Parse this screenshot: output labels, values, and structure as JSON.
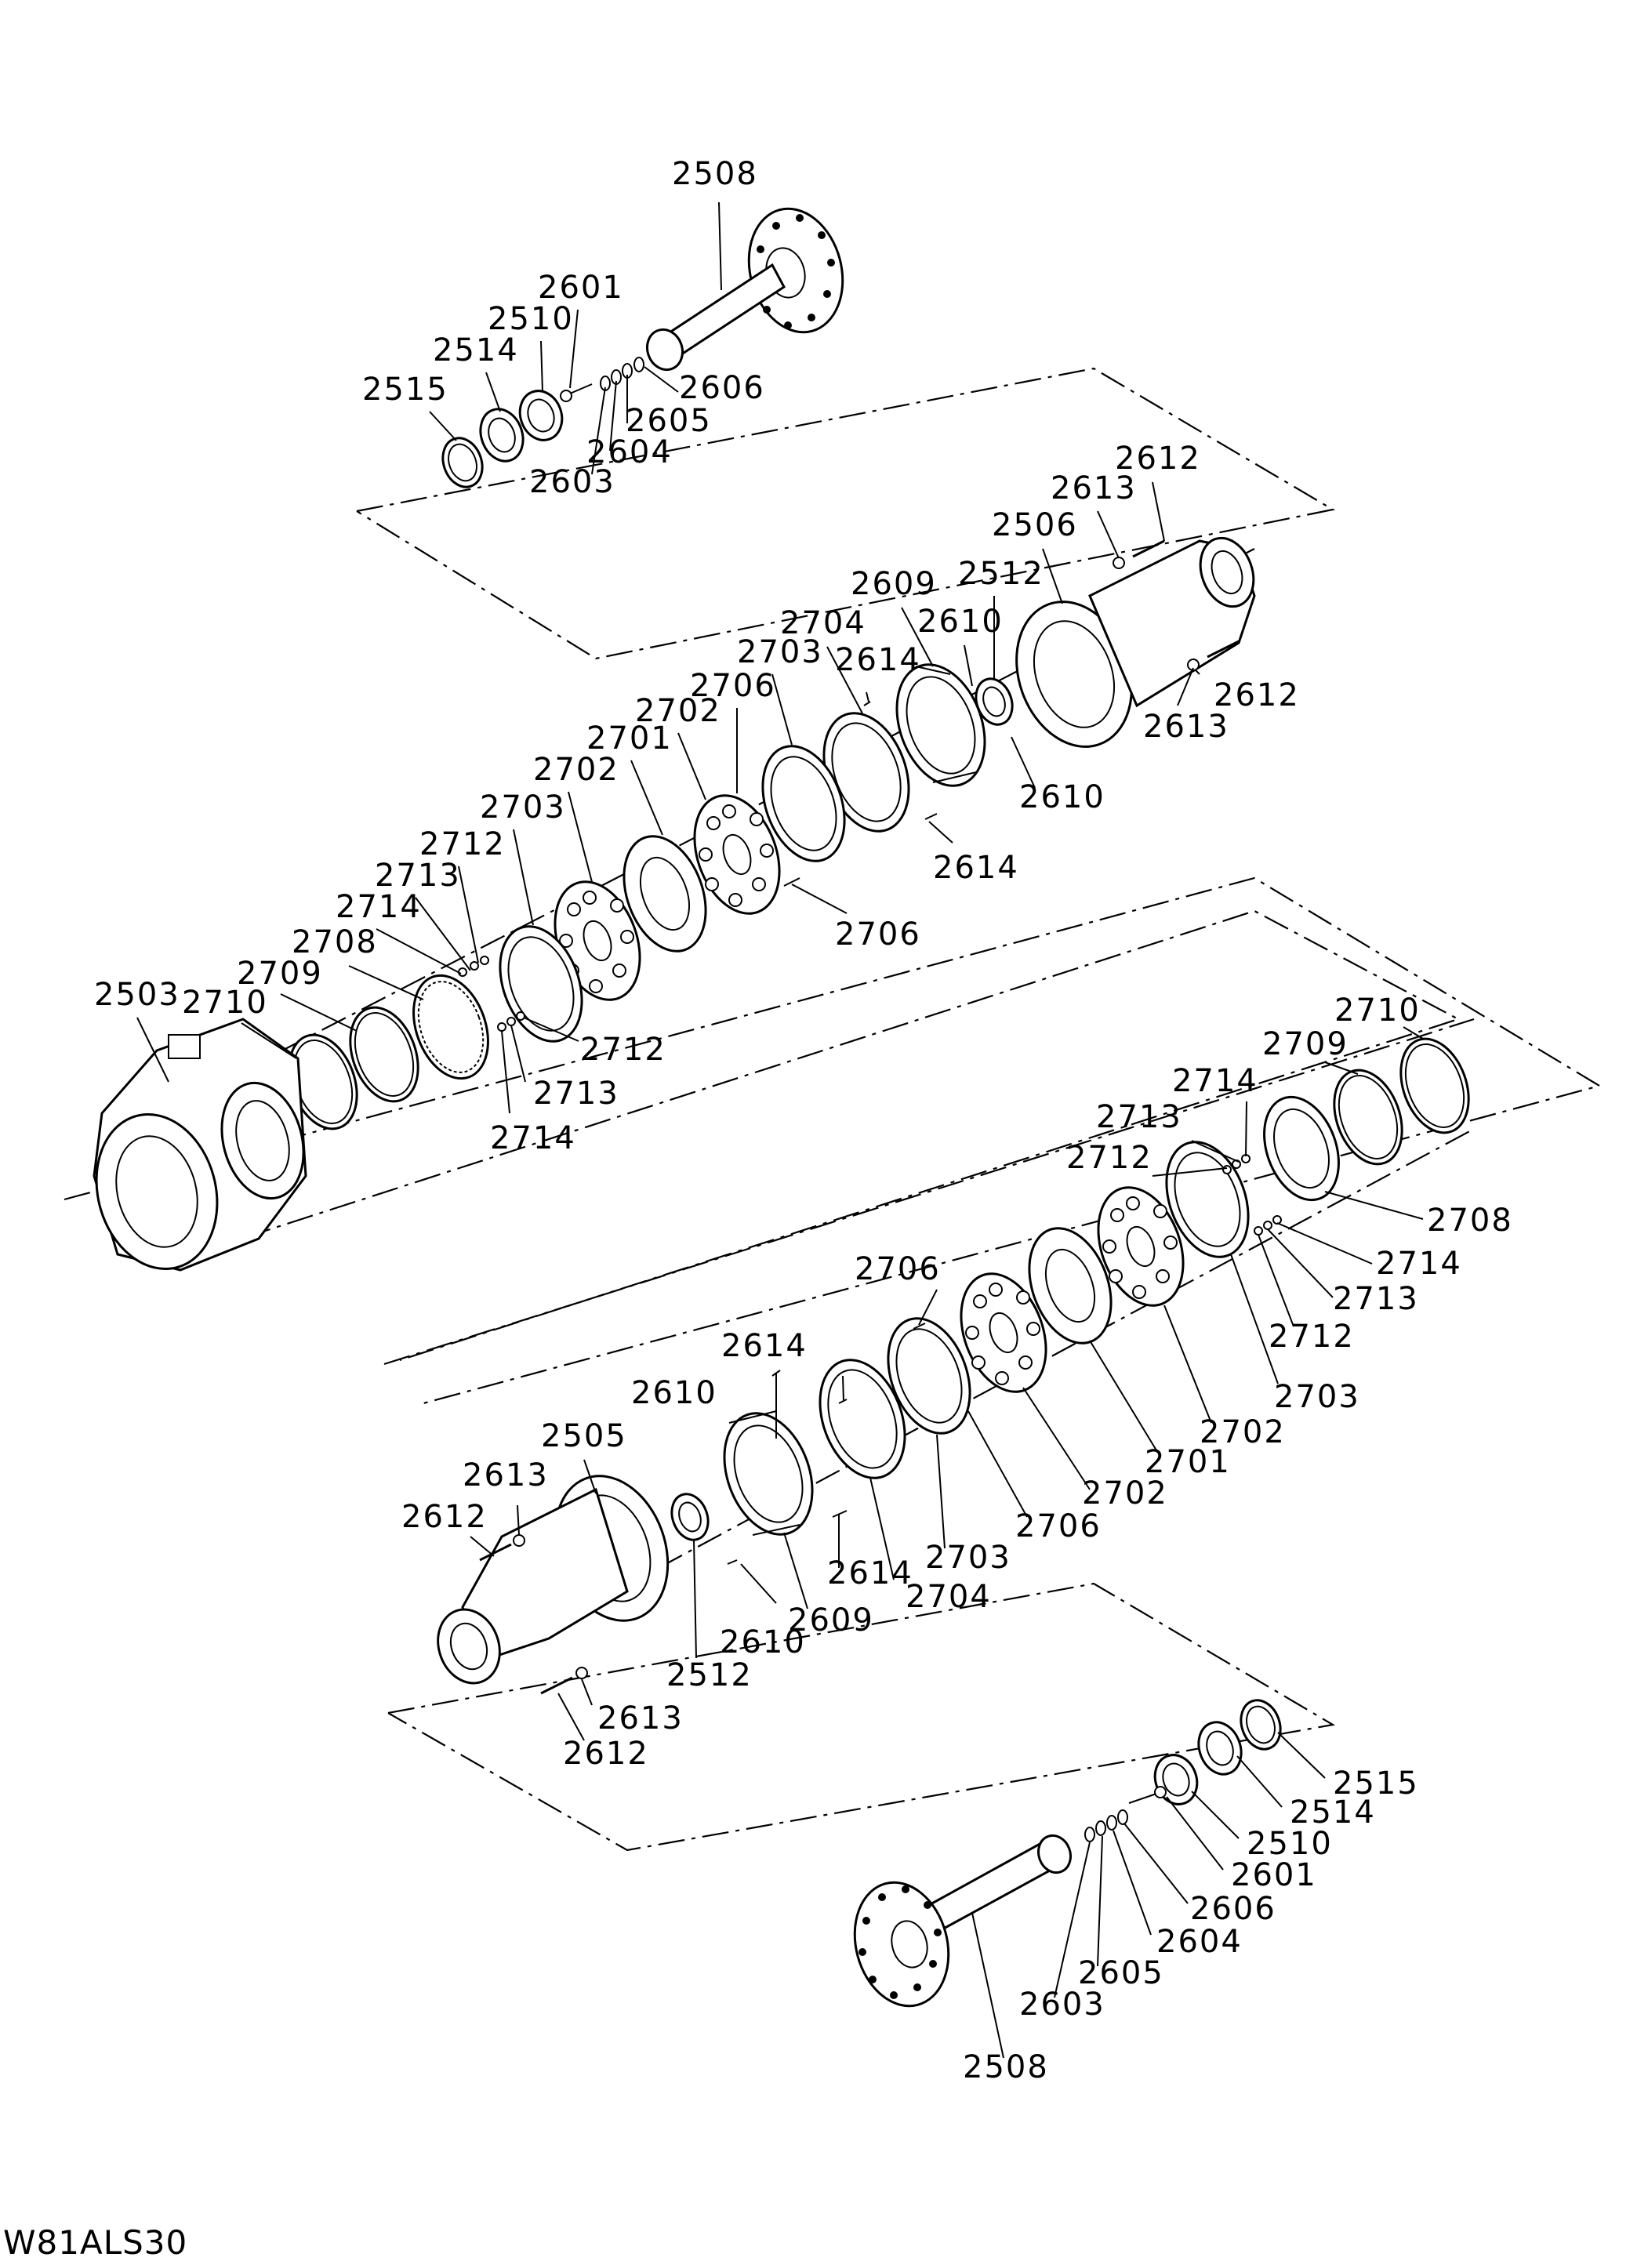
{
  "drawing_code": "W81ALS30",
  "labels": {
    "c1": {
      "p2508": "2508",
      "p2601": "2601",
      "p2510": "2510",
      "p2514": "2514",
      "p2515": "2515",
      "p2606": "2606",
      "p2605": "2605",
      "p2604": "2604",
      "p2603": "2603"
    },
    "c2": {
      "p2612a": "2612",
      "p2613a": "2613",
      "p2506": "2506",
      "p2512": "2512",
      "p2609": "2609",
      "p2610a": "2610",
      "p2704": "2704",
      "p2614a": "2614",
      "p2703a": "2703",
      "p2706a": "2706",
      "p2702a": "2702",
      "p2701": "2701",
      "p2702b": "2702",
      "p2703b": "2703",
      "p2712a": "2712",
      "p2713a": "2713",
      "p2714a": "2714",
      "p2708": "2708",
      "p2709": "2709",
      "p2710": "2710",
      "p2503": "2503",
      "p2612b": "2612",
      "p2613b": "2613",
      "p2610b": "2610",
      "p2614b": "2614",
      "p2706b": "2706",
      "p2712b": "2712",
      "p2713b": "2713",
      "p2714b": "2714"
    },
    "c3": {
      "p2710": "2710",
      "p2709": "2709",
      "p2714a": "2714",
      "p2713a": "2713",
      "p2712a": "2712",
      "p2708": "2708",
      "p2714b": "2714",
      "p2713b": "2713",
      "p2712b": "2712",
      "p2703a": "2703",
      "p2702a": "2702",
      "p2701": "2701",
      "p2702b": "2702",
      "p2706a": "2706",
      "p2703b": "2703",
      "p2704": "2704",
      "p2609": "2609",
      "p2610a": "2610",
      "p2512": "2512",
      "p2612a": "2612",
      "p2613a": "2613",
      "p2505": "2505",
      "p2610b": "2610",
      "p2614a": "2614",
      "p2706b": "2706",
      "p2614b": "2614",
      "p2613b": "2613",
      "p2612b": "2612"
    },
    "c4": {
      "p2515": "2515",
      "p2514": "2514",
      "p2510": "2510",
      "p2601": "2601",
      "p2606": "2606",
      "p2604": "2604",
      "p2605": "2605",
      "p2603": "2603",
      "p2508": "2508"
    }
  }
}
